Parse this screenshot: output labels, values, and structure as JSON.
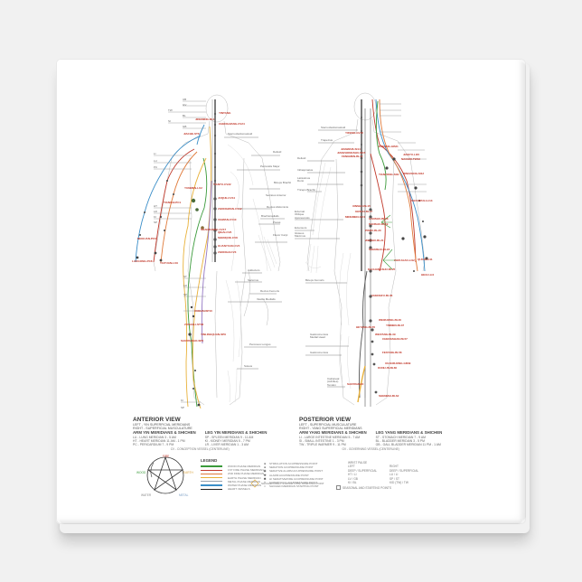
{
  "product": {
    "type": "ceramic tile",
    "background_color": "#f1f1f1",
    "tile_color": "#ffffff"
  },
  "anterior": {
    "title": "ANTERIOR VIEW",
    "left_caption": "LEFT - YIN SUPERFICIAL MERIDIANS",
    "right_caption": "RIGHT - SUPERFICIAL MUSCULATURE",
    "arm_heading": "ARM YIN MERIDIANS & SHICHEN",
    "arm_items": [
      "LU - LUNG MERIDIAN 3 - 5 AM",
      "HT - HEART MERIDIAN 11 AM - 1 PM",
      "PC - PERICARDIUM 7 - 9 PM"
    ],
    "leg_heading": "LEG YIN MERIDIANS & SHICHEN",
    "leg_items": [
      "SP - SPLEEN MERIDIAN 9 - 11 AM",
      "KI - KIDNEY MERIDIAN 5 - 7 PM",
      "LR - LIVER MERIDIAN 1 - 3 AM"
    ],
    "center_line": "CV - CONCEPTION VESSEL (CENTERLINE)",
    "meridian_tags_left": [
      "UB",
      "GV",
      "TW",
      "BL",
      "SI",
      "GB",
      "LI",
      "LU",
      "PC",
      "HT",
      "LR",
      "KI",
      "SP",
      "ST",
      "LR",
      "SP",
      "KI",
      "SP"
    ],
    "point_labels": [
      "YINTANG",
      "JINGMING-BL1",
      "CHENGJIANG-CV24",
      "JIACHE-ST6",
      "TIANTU-CV22",
      "YUNMEN-LU2",
      "TIANCHI-PC1",
      "QIHAI-CV6",
      "JUQUE-CV14",
      "SHANZHONG-CV17",
      "ZHONGWAN-CV12",
      "XIAWAN-CV10",
      "SHENQUE-CV8",
      "GUANYUAN-CV4",
      "ZHONGJI-CV3",
      "QUCHI-LI11",
      "NEIGUAN-PC6",
      "SHENMEN-HT7",
      "LAOGONG-PC8",
      "TAIYUAN-LU9",
      "DAZHUI",
      "XUEHAI-SP10",
      "YINLINGQUAN-SP9",
      "ZUSANLI-ST36",
      "SANYINJIAO-SP6",
      "TAICHONG-LR3",
      "TAIXI-KI3",
      "GONGSUN-SP4"
    ],
    "muscle_labels": [
      "Sternocleidomastoid",
      "Deltoid",
      "Pectoralis Major",
      "Biceps Brachii",
      "Serratus Anterior",
      "Rectus Abdominis",
      "Brachioradialis",
      "Psoas",
      "Flexor Carpi",
      "Adductors",
      "Sartorius",
      "Rectus Femoris",
      "Vastus Medialis",
      "Peroneus Longus",
      "Soleus"
    ]
  },
  "posterior": {
    "title": "POSTERIOR VIEW",
    "left_caption": "LEFT - SUPERFICIAL MUSCULATURE",
    "right_caption": "RIGHT - YANG SUPERFICIAL MERIDIANS",
    "arm_heading": "ARM YANG MERIDIANS & SHICHEN",
    "arm_items": [
      "LI - LARGE INTESTINE MERIDIAN 5 - 7 AM",
      "SI - SMALL INTESTINE 1 - 3 PM",
      "TW - TRIPLE WARMER 9 - 11 PM"
    ],
    "leg_heading": "LEG YANG MERIDIANS & SHICHEN",
    "leg_items": [
      "ST - STOMACH MERIDIAN 7 - 9 AM",
      "BL - BLADDER MERIDIAN 3 - 5 PM",
      "GB - GALL BLADDER MERIDIAN 11 PM - 1 AM"
    ],
    "center_line": "GV - GOVERNING VESSEL (CENTERLINE)",
    "point_labels": [
      "YIFENG-GV15",
      "DAZHU-BL11",
      "JIANWAIS-SI14",
      "JIANZHONGSHU-SI15",
      "FENGMEN-BL12",
      "JIANJING-GB21",
      "TIANZONG-SI11",
      "JIANYU-LI15",
      "NAOHUI-TW13",
      "BINGFENG-SI12",
      "XINSHU-BL15",
      "GESHU-BL17",
      "GANSHU-BL18",
      "DANSHU-BL19",
      "PISHU-BL20",
      "WEISHU-BL21",
      "SHENSHU-BL23",
      "DACHANGSHU-BL25",
      "MINGMEN-GV4",
      "CIHLIAO-BL32",
      "HUANTIAO-GB30",
      "SHOUWULI-LI13",
      "ZHOULIAO-LI12",
      "QUCHI-LI11",
      "SHOUSANLI-LI10",
      "WAIGUAN-TW5",
      "HEGU-LI4",
      "CHENGFU-BL36",
      "YINMEN-BL37",
      "WEIZHONG-BL40",
      "WEIYANG-BL39",
      "HEYANG-BL55",
      "CHENGSHAN-BL57",
      "FEIYANG-BL58",
      "KUNLUN-BL60",
      "XUANZHONG-GB39",
      "SANYINJIAO",
      "SHENMAI-BL62"
    ],
    "muscle_labels": [
      "Sternocleidomastoid",
      "Trapezius",
      "Deltoid",
      "Infraspinatus",
      "Latissimus Dorsi",
      "Triceps Brachii",
      "External Oblique Aponeurosis",
      "Extensors",
      "Gluteus Maximus",
      "Biceps Femoris",
      "Gastrocnemius Medial Head",
      "Gastrocnemius",
      "Calcaneal (Achilles) Tendon"
    ]
  },
  "legend": {
    "title": "LEGEND",
    "lines": [
      {
        "label": "WOOD PHASE MERIDIAN",
        "color": "#3a9a3a"
      },
      {
        "label": "1ST FIRE PHASE MERIDIAN",
        "color": "#c0392b"
      },
      {
        "label": "2ND FIRE PHASE MERIDIAN",
        "color": "#e07a3a"
      },
      {
        "label": "EARTH PHASE MERIDIAN",
        "color": "#e8b13a"
      },
      {
        "label": "METAL PHASE MERIDIAN",
        "color": "#9aa3ad"
      },
      {
        "label": "WATER PHASE MERIDIAN",
        "color": "#3a8ec8"
      },
      {
        "label": "HEART VESSELS",
        "color": "#222222"
      }
    ],
    "points": [
      {
        "symbol": "●",
        "label": "STIMULATION ACUPRESSURE POINT"
      },
      {
        "symbol": "●",
        "label": "SEDATION ACUPRESSURE POINT"
      },
      {
        "symbol": "◉",
        "label": "SEDATIVE ALARM ACUPRESSURE POINT"
      },
      {
        "symbol": "✚",
        "label": "ALARM ACUPRESSURE POINT"
      },
      {
        "symbol": "✱",
        "label": "HI SEDATIVE/FIRE ACUPRESSURE POINT"
      },
      {
        "symbol": "+",
        "label": "SUPERFICIAL ACUPRESSURE POINT"
      },
      {
        "symbol": "○",
        "label": "SHICHEN MERIDIAN STARTING POINT"
      }
    ],
    "diamond_note": "SHICHEN DAILY 2-HOUR VITAL STARTING POINT",
    "key_note": "SEASONAL AND STARTING POINTS"
  },
  "pulse": {
    "title": "WRIST PALSE",
    "rows": [
      [
        "LEFT",
        "RIGHT"
      ],
      [
        "DEEP / SUPERFICIAL",
        "DEEP / SUPERFICIAL"
      ],
      [
        "HT / LI",
        "LU / LI"
      ],
      [
        "LV / GB",
        "SP / ST"
      ],
      [
        "KI / BL",
        "KID (TW) / TW"
      ]
    ]
  },
  "five_elements": {
    "fire": {
      "label": "FIRE",
      "color": "#c0392b"
    },
    "earth": {
      "label": "EARTH",
      "color": "#d9a441"
    },
    "metal": {
      "label": "METAL",
      "color": "#7b9fc4"
    },
    "water": {
      "label": "WATER",
      "color": "#8a8a8a"
    },
    "wood": {
      "label": "WOOD",
      "color": "#3a9a3a"
    }
  }
}
